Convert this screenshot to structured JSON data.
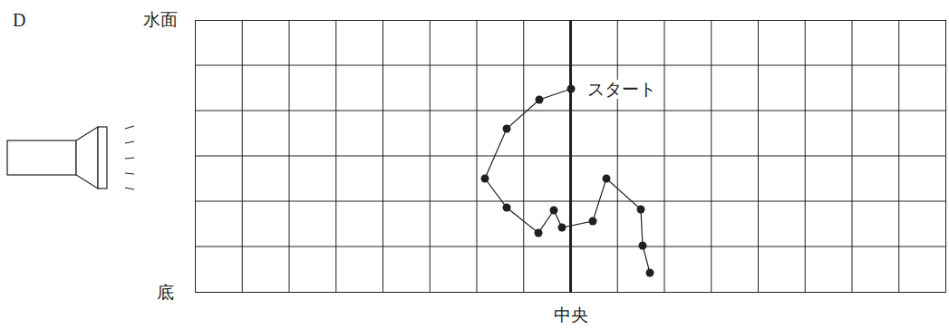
{
  "diagram": {
    "labels": [
      "D",
      "水面",
      "底",
      "中央",
      "スタート"
    ]
  }
}
